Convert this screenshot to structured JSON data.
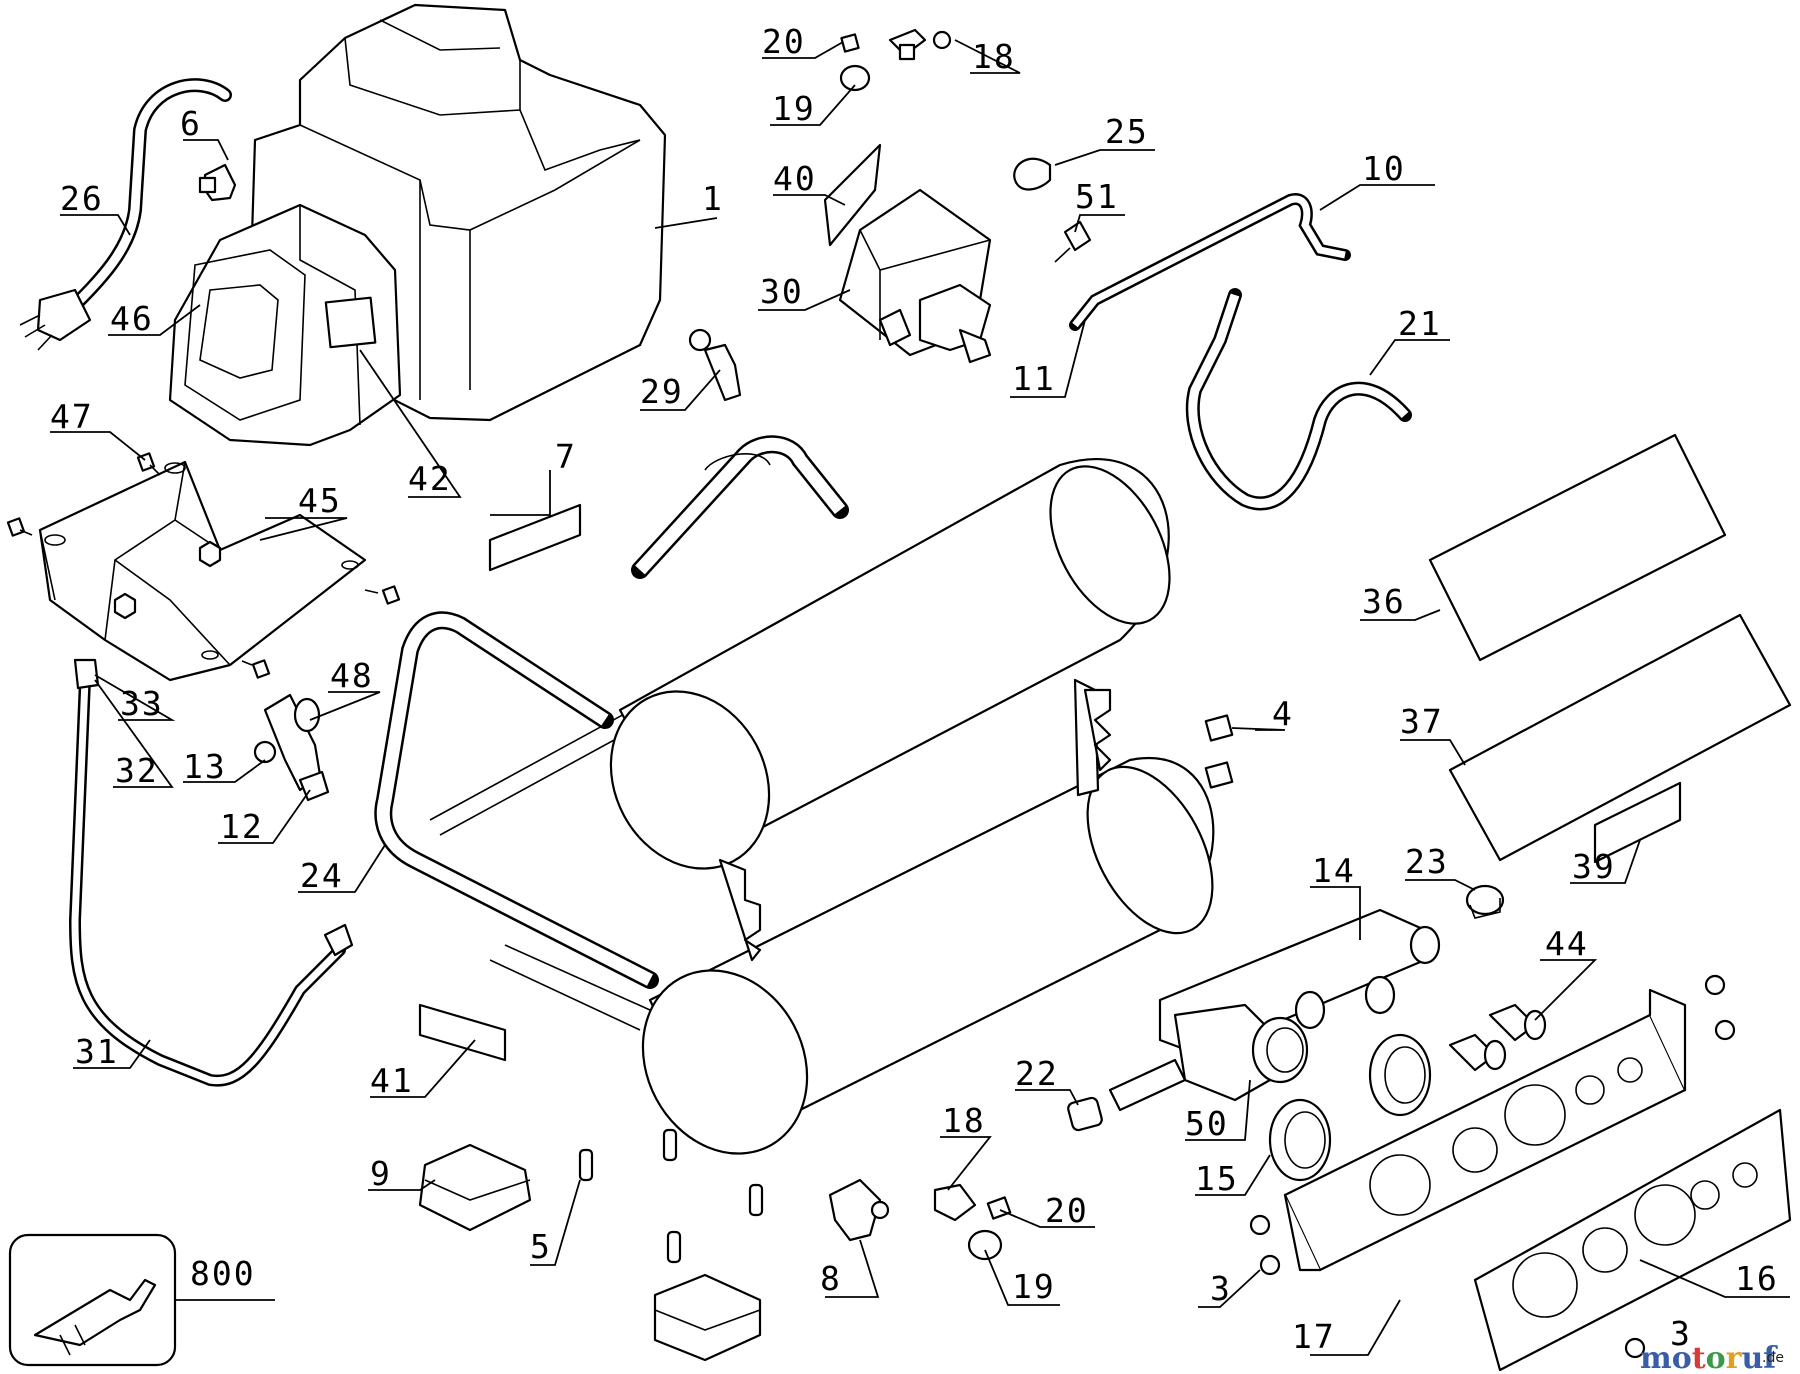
{
  "diagram": {
    "labels": [
      {
        "id": "p1",
        "text": "1"
      },
      {
        "id": "p6",
        "text": "6"
      },
      {
        "id": "p26",
        "text": "26"
      },
      {
        "id": "p46",
        "text": "46"
      },
      {
        "id": "p42",
        "text": "42"
      },
      {
        "id": "p47",
        "text": "47"
      },
      {
        "id": "p45",
        "text": "45"
      },
      {
        "id": "p7",
        "text": "7"
      },
      {
        "id": "p33",
        "text": "33"
      },
      {
        "id": "p32",
        "text": "32"
      },
      {
        "id": "p13",
        "text": "13"
      },
      {
        "id": "p48",
        "text": "48"
      },
      {
        "id": "p12",
        "text": "12"
      },
      {
        "id": "p24",
        "text": "24"
      },
      {
        "id": "p31",
        "text": "31"
      },
      {
        "id": "p41",
        "text": "41"
      },
      {
        "id": "p9",
        "text": "9"
      },
      {
        "id": "p5",
        "text": "5"
      },
      {
        "id": "p800",
        "text": "800"
      },
      {
        "id": "p20a",
        "text": "20"
      },
      {
        "id": "p18a",
        "text": "18"
      },
      {
        "id": "p19a",
        "text": "19"
      },
      {
        "id": "p25",
        "text": "25"
      },
      {
        "id": "p40",
        "text": "40"
      },
      {
        "id": "p51",
        "text": "51"
      },
      {
        "id": "p30",
        "text": "30"
      },
      {
        "id": "p10",
        "text": "10"
      },
      {
        "id": "p29",
        "text": "29"
      },
      {
        "id": "p11",
        "text": "11"
      },
      {
        "id": "p21",
        "text": "21"
      },
      {
        "id": "p36",
        "text": "36"
      },
      {
        "id": "p4",
        "text": "4"
      },
      {
        "id": "p37",
        "text": "37"
      },
      {
        "id": "p23",
        "text": "23"
      },
      {
        "id": "p39",
        "text": "39"
      },
      {
        "id": "p14",
        "text": "14"
      },
      {
        "id": "p44",
        "text": "44"
      },
      {
        "id": "p22",
        "text": "22"
      },
      {
        "id": "p50",
        "text": "50"
      },
      {
        "id": "p15",
        "text": "15"
      },
      {
        "id": "p18b",
        "text": "18"
      },
      {
        "id": "p20b",
        "text": "20"
      },
      {
        "id": "p19b",
        "text": "19"
      },
      {
        "id": "p8",
        "text": "8"
      },
      {
        "id": "p3a",
        "text": "3"
      },
      {
        "id": "p17",
        "text": "17"
      },
      {
        "id": "p16",
        "text": "16"
      },
      {
        "id": "p3b",
        "text": "3"
      }
    ],
    "watermark": {
      "text": "motoruf",
      "suffix": ".de"
    }
  }
}
